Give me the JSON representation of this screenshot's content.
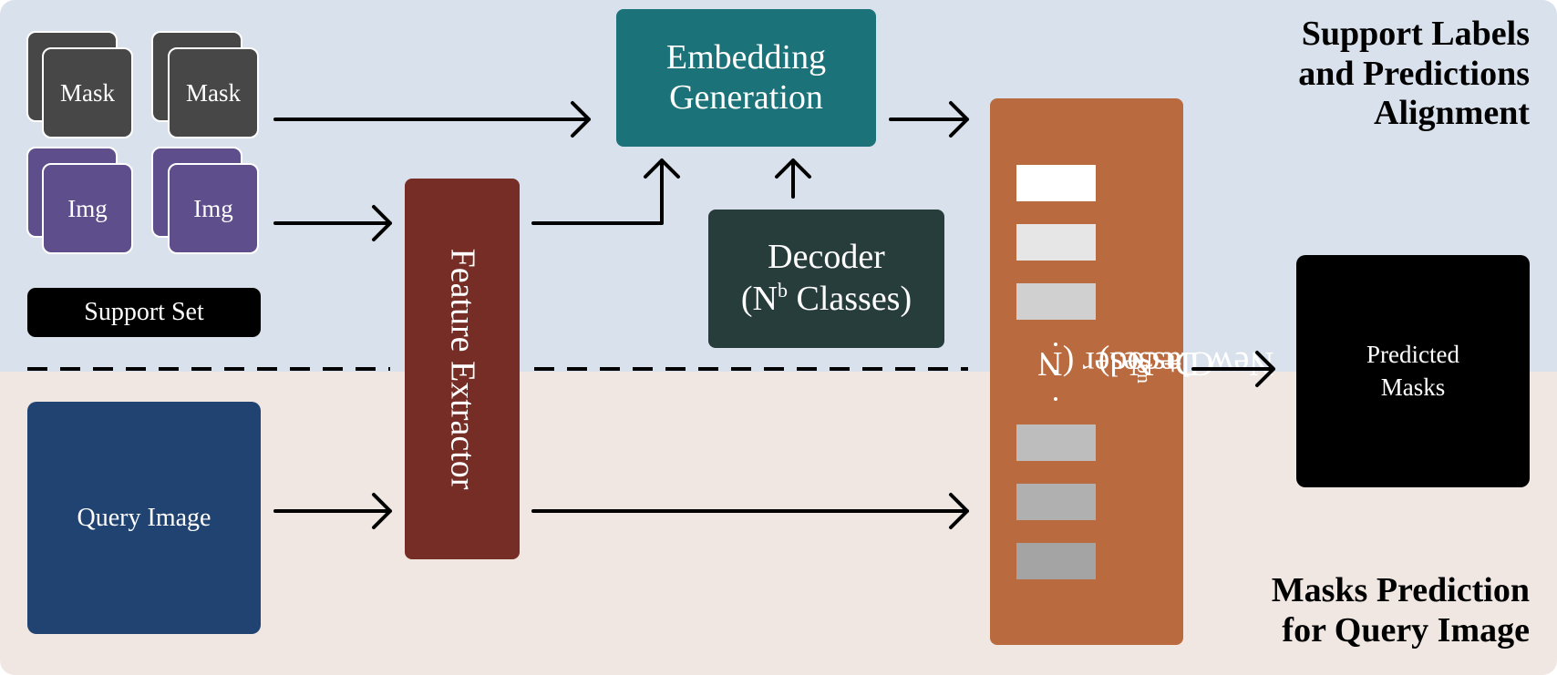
{
  "colors": {
    "band_top": "#d9e1ec",
    "band_bottom": "#f0e7e2",
    "mask_tile": "#474747",
    "img_tile": "#5e4f8c",
    "embedding_box": "#1c7279",
    "decoder_box": "#273d3c",
    "feature_extractor": "#752d25",
    "new_decoder": "#b96a3e",
    "query_image": "#214372",
    "predicted_masks": "#000000",
    "support_set": "#000000",
    "arrow": "#000000",
    "slot_colors": [
      "#ffffff",
      "#e6e6e6",
      "#d0d0d0",
      "#bdbdbd",
      "#b0b0b0",
      "#a4a4a4"
    ]
  },
  "support": {
    "mask_label": "Mask",
    "img_label": "Img",
    "set_label": "Support Set"
  },
  "embedding": {
    "line1": "Embedding",
    "line2": "Generation"
  },
  "decoder": {
    "line1": "Decoder",
    "line2_pre": "(N",
    "line2_sup": "b",
    "line2_post": " Classes)"
  },
  "feature_extractor": {
    "label": "Feature Extractor"
  },
  "new_decoder": {
    "pre": "New Decoder (N",
    "sup1": "b",
    "mid": " + N",
    "sup2": "n",
    "post": " Classes)",
    "dots": ".",
    "slot_count": 6
  },
  "query": {
    "label": "Query Image"
  },
  "predicted": {
    "line1": "Predicted",
    "line2": "Masks"
  },
  "headings": {
    "top": [
      "Support Labels",
      "and Predictions",
      "Alignment"
    ],
    "bottom": [
      "Masks Prediction",
      "for Query Image"
    ]
  }
}
